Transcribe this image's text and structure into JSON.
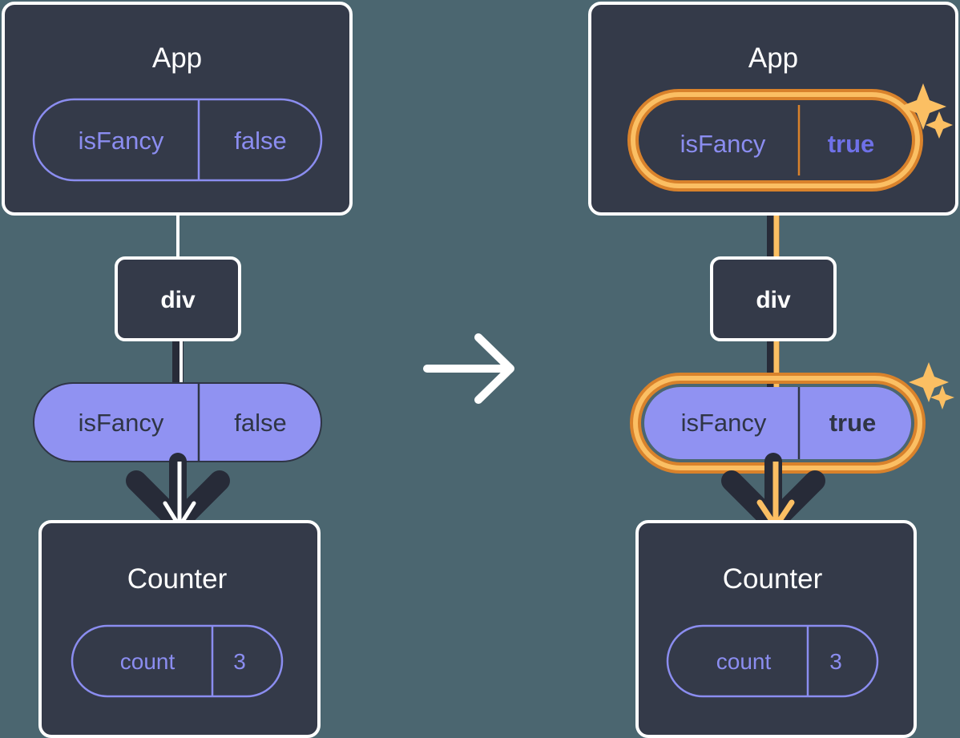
{
  "diagram": {
    "title": "React state update propagation",
    "type": "tree-diagram",
    "background_color": "#4b6670",
    "transition_arrow": "right-arrow-icon",
    "colors": {
      "panel_fill": "#343a49",
      "panel_stroke": "#ffffff",
      "pill_outline_stroke": "#8b8df0",
      "pill_filled_fill": "#9092f2",
      "pill_filled_text": "#2f3545",
      "highlight_outer": "#d9822b",
      "highlight_inner": "#fbbf63",
      "edge_dark": "#272b38",
      "edge_light": "#ffffff",
      "sparkle": "#fbbf63"
    },
    "panels": [
      {
        "id": "before",
        "root": {
          "label": "App"
        },
        "child": {
          "label": "div"
        },
        "leaf": {
          "label": "Counter"
        },
        "root_pill": {
          "key": "isFancy",
          "value": "false",
          "style": "outline",
          "highlighted": false,
          "bold_value": false
        },
        "middle_pill": {
          "key": "isFancy",
          "value": "false",
          "style": "filled",
          "highlighted": false,
          "bold_value": false
        },
        "leaf_pill": {
          "key": "count",
          "value": "3",
          "style": "outline",
          "highlighted": false,
          "bold_value": false
        },
        "edge_color": "light",
        "sparkles": false
      },
      {
        "id": "after",
        "root": {
          "label": "App"
        },
        "child": {
          "label": "div"
        },
        "leaf": {
          "label": "Counter"
        },
        "root_pill": {
          "key": "isFancy",
          "value": "true",
          "style": "outline",
          "highlighted": true,
          "bold_value": true
        },
        "middle_pill": {
          "key": "isFancy",
          "value": "true",
          "style": "filled",
          "highlighted": true,
          "bold_value": true
        },
        "leaf_pill": {
          "key": "count",
          "value": "3",
          "style": "outline",
          "highlighted": false,
          "bold_value": false
        },
        "edge_color": "highlight",
        "sparkles": true
      }
    ]
  }
}
